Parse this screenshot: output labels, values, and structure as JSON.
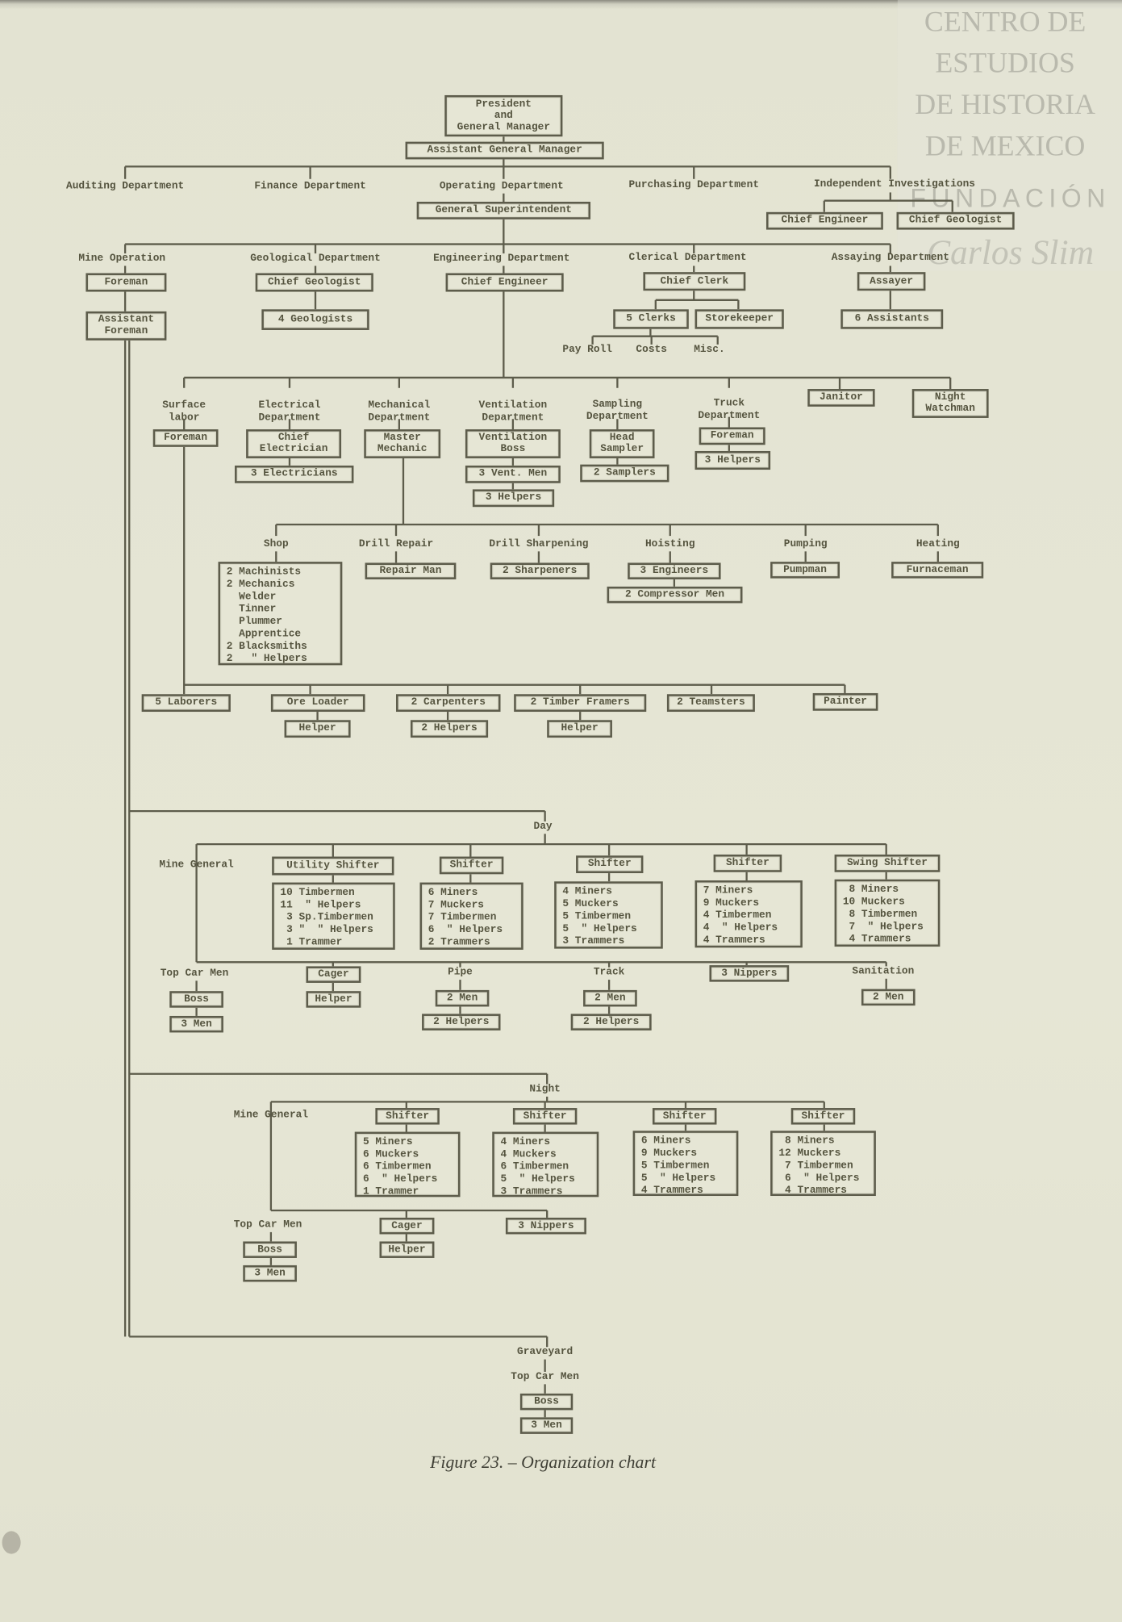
{
  "top": {
    "president": "President\nand\nGeneral Manager",
    "assistant_gm": "Assistant General Manager",
    "auditing": "Auditing Department",
    "finance": "Finance Department",
    "operating": "Operating Department",
    "purchasing": "Purchasing Department",
    "independent": "Independent Investigations",
    "gen_supt": "General Superintendent",
    "ind_chief_engineer": "Chief Engineer",
    "ind_chief_geologist": "Chief Geologist"
  },
  "departments": {
    "mine_operation": "Mine Operation",
    "geological": "Geological Department",
    "engineering": "Engineering Department",
    "clerical": "Clerical Department",
    "assaying": "Assaying Department",
    "foreman": "Foreman",
    "assistant_foreman": "Assistant\nForeman",
    "chief_geologist": "Chief Geologist",
    "geologists": "4 Geologists",
    "chief_engineer": "Chief Engineer",
    "chief_clerk": "Chief Clerk",
    "clerks": "5 Clerks",
    "storekeeper": "Storekeeper",
    "pay_roll": "Pay Roll",
    "costs": "Costs",
    "misc": "Misc.",
    "assayer": "Assayer",
    "assistants": "6 Assistants"
  },
  "engineering": {
    "surface": "Surface\nlabor",
    "electrical": "Electrical\nDepartment",
    "mechanical": "Mechanical\nDepartment",
    "ventilation": "Ventilation\nDepartment",
    "sampling": "Sampling\nDepartment",
    "truck": "Truck\nDepartment",
    "janitor": "Janitor",
    "night_watchman": "Night\nWatchman",
    "surface_foreman": "Foreman",
    "chief_electrician": "Chief\nElectrician",
    "electricians": "3 Electricians",
    "master_mechanic": "Master\nMechanic",
    "vent_boss": "Ventilation\nBoss",
    "vent_men": "3 Vent. Men",
    "vent_helpers": "3 Helpers",
    "head_sampler": "Head\nSampler",
    "samplers": "2 Samplers",
    "truck_foreman": "Foreman",
    "truck_helpers": "3 Helpers"
  },
  "mechanical": {
    "shop": "Shop",
    "drill_repair": "Drill Repair",
    "drill_sharpening": "Drill Sharpening",
    "hoisting": "Hoisting",
    "pumping": "Pumping",
    "heating": "Heating",
    "shop_list": "2 Machinists\n2 Mechanics\n  Welder\n  Tinner\n  Plummer\n  Apprentice\n2 Blacksmiths\n2   \" Helpers",
    "repair_man": "Repair Man",
    "sharpeners": "2 Sharpeners",
    "engineers": "3 Engineers",
    "compressor_men": "2 Compressor Men",
    "pumpman": "Pumpman",
    "furnaceman": "Furnaceman"
  },
  "surface_labor": {
    "laborers": "5 Laborers",
    "ore_loader": "Ore Loader",
    "ore_helper": "Helper",
    "carpenters": "2 Carpenters",
    "carp_helpers": "2 Helpers",
    "timber_framers": "2 Timber Framers",
    "framer_helper": "Helper",
    "teamsters": "2 Teamsters",
    "painter": "Painter"
  },
  "day": {
    "label": "Day",
    "mine_general": "Mine General",
    "utility_shifter": "Utility Shifter",
    "shifter1": "Shifter",
    "shifter2": "Shifter",
    "shifter3": "Shifter",
    "swing_shifter": "Swing Shifter",
    "utility_list": "10 Timbermen\n11  \" Helpers\n 3 Sp.Timbermen\n 3 \"  \" Helpers\n 1 Trammer",
    "shifter1_list": "6 Miners\n7 Muckers\n7 Timbermen\n6  \" Helpers\n2 Trammers",
    "shifter2_list": "4 Miners\n5 Muckers\n5 Timbermen\n5  \" Helpers\n3 Trammers",
    "shifter3_list": "7 Miners\n9 Muckers\n4 Timbermen\n4  \" Helpers\n4 Trammers",
    "swing_list": " 8 Miners\n10 Muckers\n 8 Timbermen\n 7  \" Helpers\n 4 Trammers",
    "top_car_men": "Top Car Men",
    "boss": "Boss",
    "three_men": "3 Men",
    "cager": "Cager",
    "cager_helper": "Helper",
    "pipe": "Pipe",
    "pipe_men": "2 Men",
    "pipe_helpers": "2 Helpers",
    "track": "Track",
    "track_men": "2 Men",
    "track_helpers": "2 Helpers",
    "nippers": "3 Nippers",
    "sanitation": "Sanitation",
    "sanitation_men": "2 Men"
  },
  "night": {
    "label": "Night",
    "mine_general": "Mine General",
    "shifter1": "Shifter",
    "shifter2": "Shifter",
    "shifter3": "Shifter",
    "shifter4": "Shifter",
    "shifter1_list": "5 Miners\n6 Muckers\n6 Timbermen\n6  \" Helpers\n1 Trammer",
    "shifter2_list": "4 Miners\n4 Muckers\n6 Timbermen\n5  \" Helpers\n3 Trammers",
    "shifter3_list": "6 Miners\n9 Muckers\n5 Timbermen\n5  \" Helpers\n4 Trammers",
    "shifter4_list": " 8 Miners\n12 Muckers\n 7 Timbermen\n 6  \" Helpers\n 4 Trammers",
    "top_car_men": "Top Car Men",
    "boss": "Boss",
    "three_men": "3 Men",
    "cager": "Cager",
    "cager_helper": "Helper",
    "nippers": "3 Nippers"
  },
  "graveyard": {
    "label": "Graveyard",
    "top_car_men": "Top Car Men",
    "boss": "Boss",
    "three_men": "3 Men"
  },
  "caption": "Figure 23. – Organization chart",
  "watermark": {
    "line1": "CENTRO DE",
    "line2": "ESTUDIOS",
    "line3": "DE HISTORIA",
    "line4": "DE MEXICO",
    "fundacion": "FUNDACIÓN",
    "signature": "Carlos Slim"
  }
}
